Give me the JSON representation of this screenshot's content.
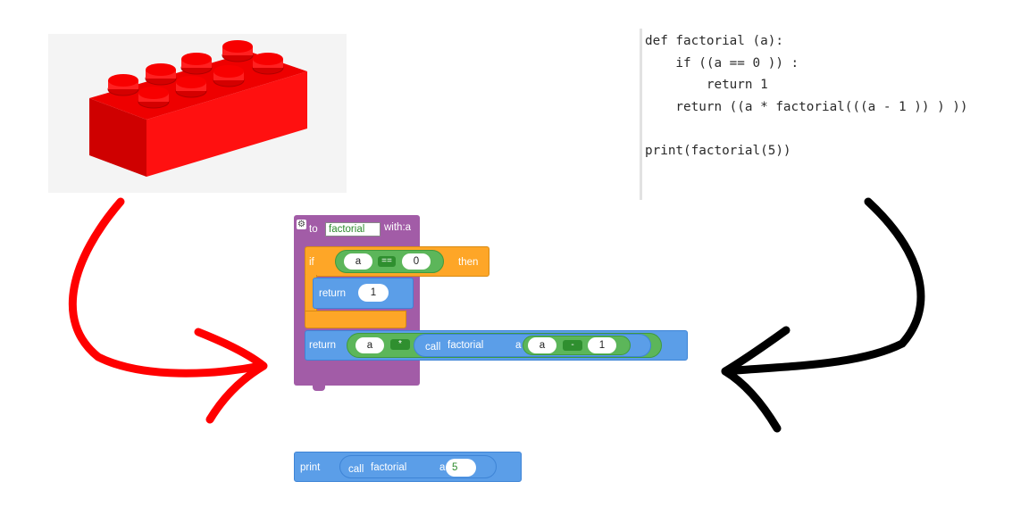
{
  "code": {
    "lines": [
      "def factorial (a):",
      "    if ((a == 0 )) :",
      "        return 1",
      "    return ((a * factorial(((a - 1 )) ) ))",
      "",
      "print(factorial(5))"
    ]
  },
  "blocks": {
    "procedure": {
      "to_label": "to",
      "name": "factorial",
      "with_label": "with:a",
      "icon": "gear-icon"
    },
    "if_block": {
      "if_label": "if",
      "then_label": "then",
      "left_operand": "a",
      "operator": "==",
      "right_operand": "0"
    },
    "return_one": {
      "label": "return",
      "value": "1"
    },
    "return_recursive": {
      "label": "return",
      "left_operand": "a",
      "operator": "*",
      "call_label": "call",
      "function_name": "factorial",
      "param_label": "a",
      "inner_left": "a",
      "inner_operator": "-",
      "inner_right": "1"
    },
    "print_block": {
      "label": "print",
      "call_label": "call",
      "function_name": "factorial",
      "param_label": "a",
      "arg_value": "5"
    }
  },
  "colors": {
    "procedure_purple": "#a25ca7",
    "control_orange": "#fea627",
    "function_blue": "#5b9ee8",
    "logic_green": "#5cb65a",
    "lego_red": "#ee0000",
    "arrow_red": "#ff0000",
    "arrow_black": "#000000"
  }
}
